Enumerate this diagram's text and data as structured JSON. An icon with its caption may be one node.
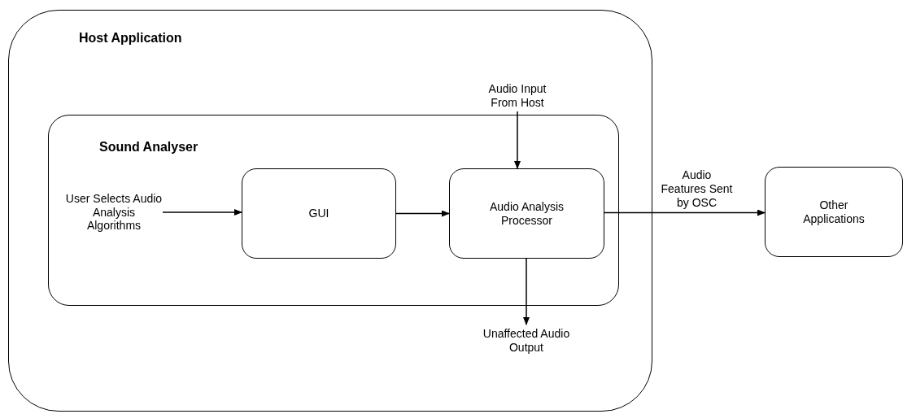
{
  "diagram": {
    "nodes": [
      {
        "text": [
          "Host Application"
        ]
      },
      {
        "text": [
          "Sound Analyser"
        ],
        "in": 0
      },
      {
        "text": [
          "User Selects Audio Analysis Algorithms"
        ],
        "in": 1
      },
      {
        "text": [
          "GUI"
        ],
        "in": 1
      },
      {
        "text": [
          "Audio Analysis Processor"
        ],
        "in": 1
      },
      {
        "text": [
          "Audio Input From Host"
        ],
        "in": 0
      },
      {
        "text": [
          "Unaffected Audio Output"
        ],
        "in": 0
      },
      {
        "text": [
          "Other Applications"
        ]
      }
    ],
    "edges": [
      {
        "from": 2,
        "to": 3,
        "arrow": "to"
      },
      {
        "from": 3,
        "to": 4,
        "arrow": "to"
      },
      {
        "from": 5,
        "to": 4,
        "arrow": "to"
      },
      {
        "from": 4,
        "to": 6,
        "arrow": "to"
      },
      {
        "from": 4,
        "to": 7,
        "arrow": "to",
        "label": "Audio Features Sent by OSC"
      }
    ]
  }
}
